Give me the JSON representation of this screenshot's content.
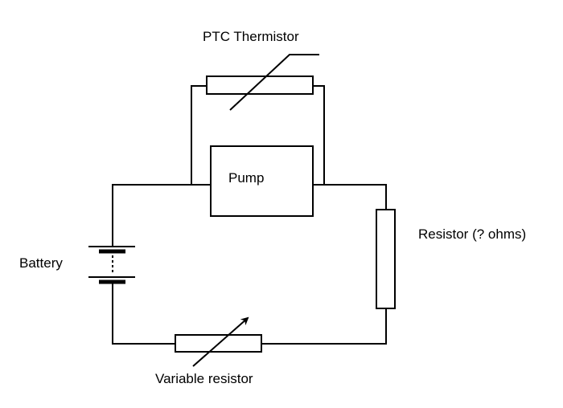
{
  "labels": {
    "ptc_thermistor": "PTC Thermistor",
    "pump": "Pump",
    "resistor": "Resistor (? ohms)",
    "battery": "Battery",
    "variable_resistor": "Variable resistor"
  },
  "colors": {
    "line": "#000000",
    "background": "#ffffff"
  }
}
